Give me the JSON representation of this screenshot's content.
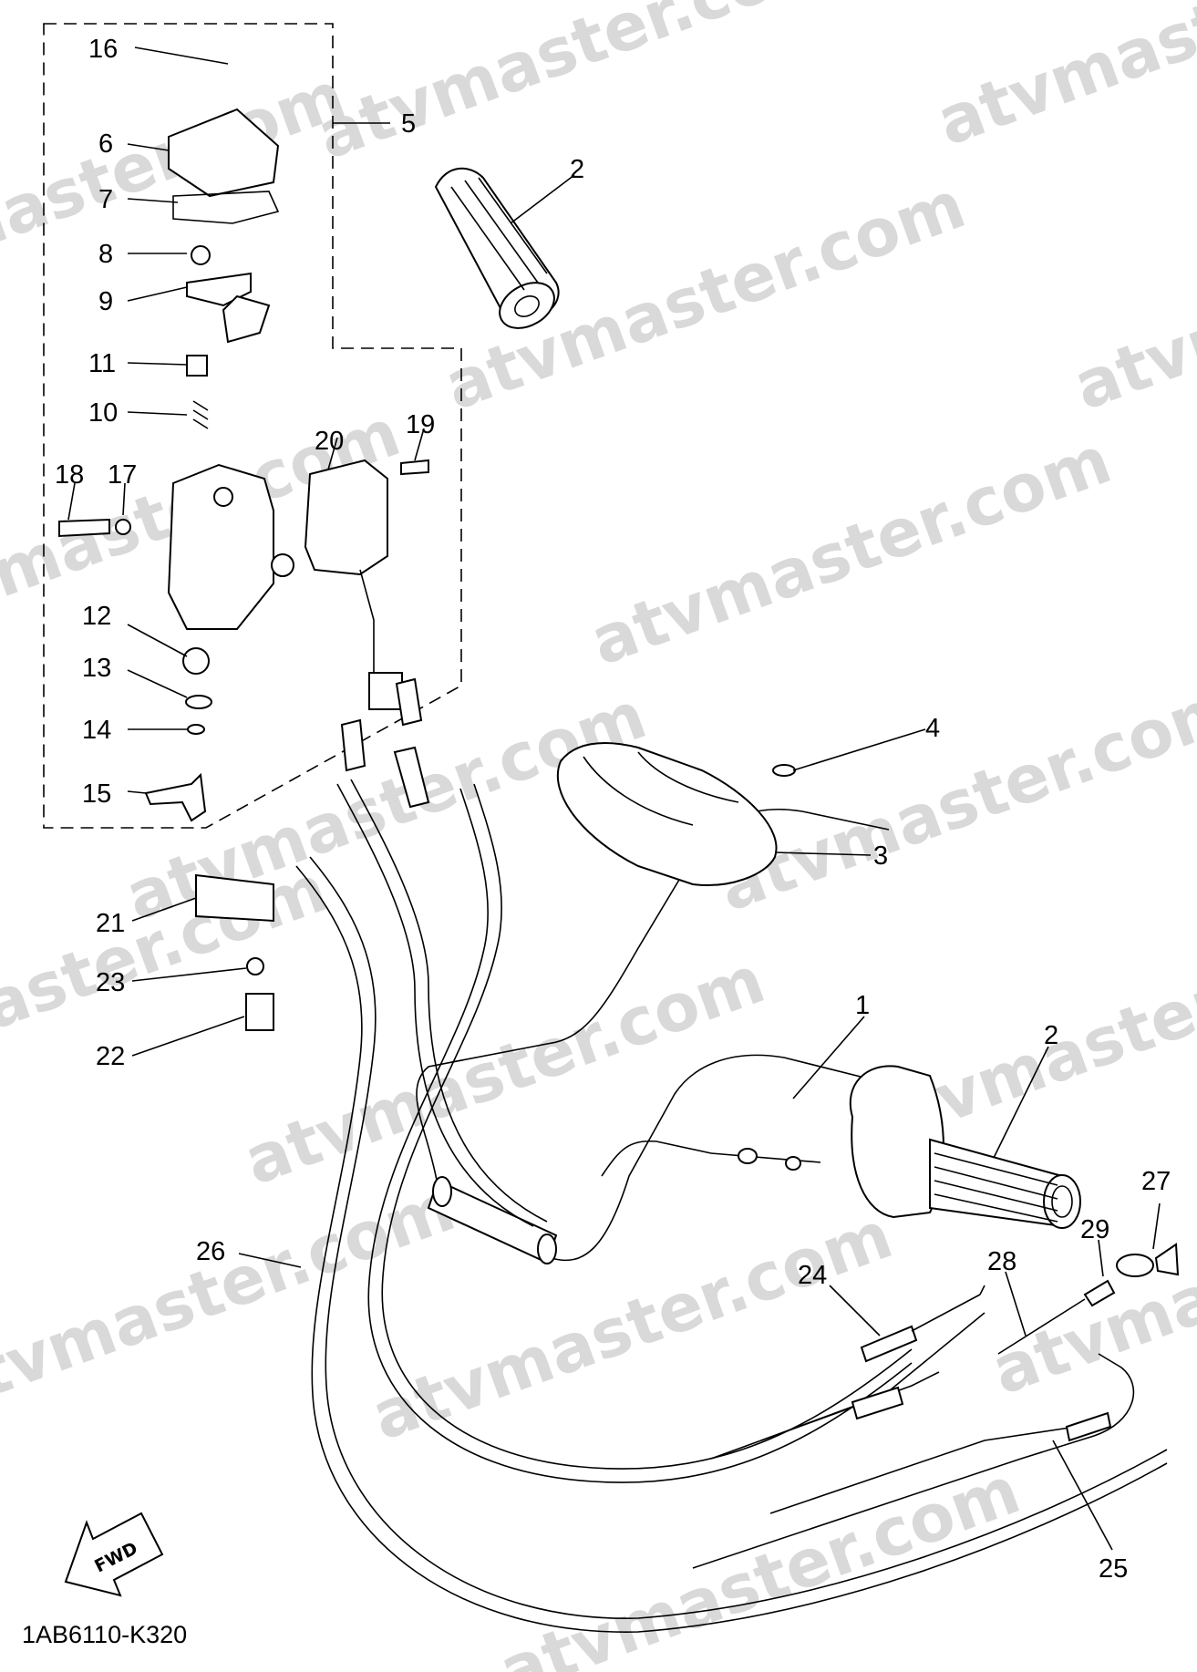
{
  "diagram": {
    "code": "1AB6110-K320",
    "fwd_label": "FWD",
    "watermark": "atvmaster.com",
    "callouts": [
      {
        "id": "c16",
        "text": "16"
      },
      {
        "id": "c6",
        "text": "6"
      },
      {
        "id": "c7",
        "text": "7"
      },
      {
        "id": "c8",
        "text": "8"
      },
      {
        "id": "c9",
        "text": "9"
      },
      {
        "id": "c11",
        "text": "11"
      },
      {
        "id": "c10",
        "text": "10"
      },
      {
        "id": "c18",
        "text": "18"
      },
      {
        "id": "c17",
        "text": "17"
      },
      {
        "id": "c20",
        "text": "20"
      },
      {
        "id": "c19",
        "text": "19"
      },
      {
        "id": "c5",
        "text": "5"
      },
      {
        "id": "c2a",
        "text": "2"
      },
      {
        "id": "c12",
        "text": "12"
      },
      {
        "id": "c13",
        "text": "13"
      },
      {
        "id": "c14",
        "text": "14"
      },
      {
        "id": "c15",
        "text": "15"
      },
      {
        "id": "c4",
        "text": "4"
      },
      {
        "id": "c3",
        "text": "3"
      },
      {
        "id": "c21",
        "text": "21"
      },
      {
        "id": "c23",
        "text": "23"
      },
      {
        "id": "c22",
        "text": "22"
      },
      {
        "id": "c1",
        "text": "1"
      },
      {
        "id": "c2b",
        "text": "2"
      },
      {
        "id": "c26",
        "text": "26"
      },
      {
        "id": "c27",
        "text": "27"
      },
      {
        "id": "c29",
        "text": "29"
      },
      {
        "id": "c28",
        "text": "28"
      },
      {
        "id": "c24",
        "text": "24"
      },
      {
        "id": "c25",
        "text": "25"
      }
    ]
  }
}
